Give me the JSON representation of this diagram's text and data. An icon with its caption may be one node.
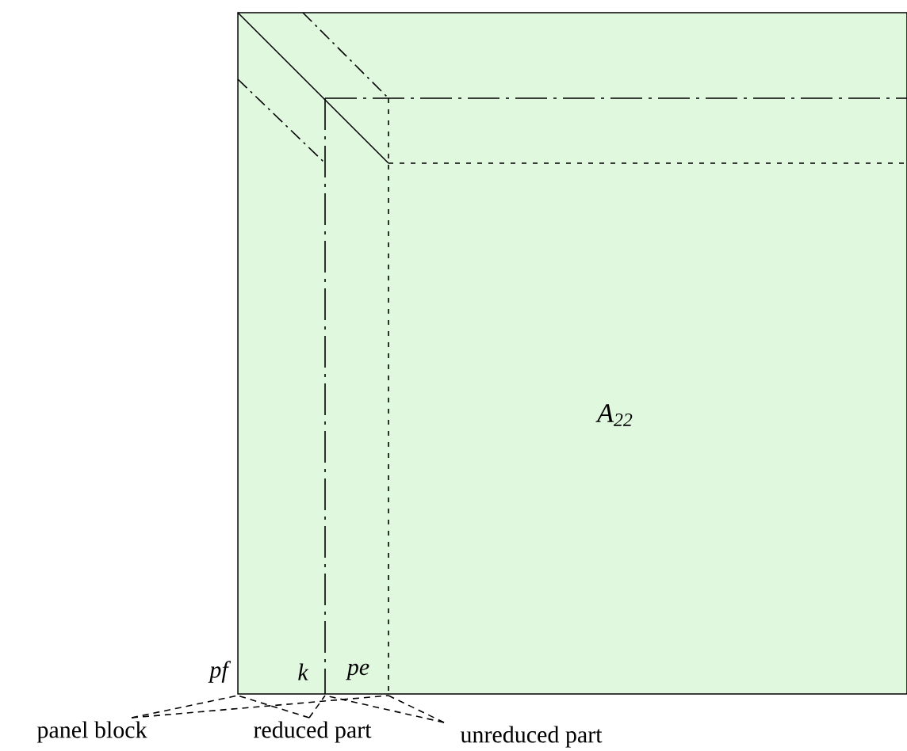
{
  "diagram": {
    "nodes": [
      {
        "text": [
          "A$_{22}$"
        ]
      },
      {
        "text": [
          "panel block"
        ]
      },
      {
        "text": [
          "reduced part"
        ]
      },
      {
        "text": [
          "unreduced part"
        ]
      }
    ],
    "edges": [
      {
        "from": 1,
        "to": 0,
        "arrow": "none",
        "style": "dashed"
      },
      {
        "from": 1,
        "to": 0,
        "arrow": "none",
        "style": "dashed"
      },
      {
        "from": 2,
        "to": 0,
        "arrow": "none",
        "style": "dashed"
      },
      {
        "from": 2,
        "to": 0,
        "arrow": "none",
        "style": "dashed"
      },
      {
        "from": 3,
        "to": 0,
        "arrow": "none",
        "style": "dashed"
      },
      {
        "from": 3,
        "to": 0,
        "arrow": "none",
        "style": "dashed"
      }
    ],
    "labels": [
      "pf",
      "k",
      "pe"
    ]
  }
}
